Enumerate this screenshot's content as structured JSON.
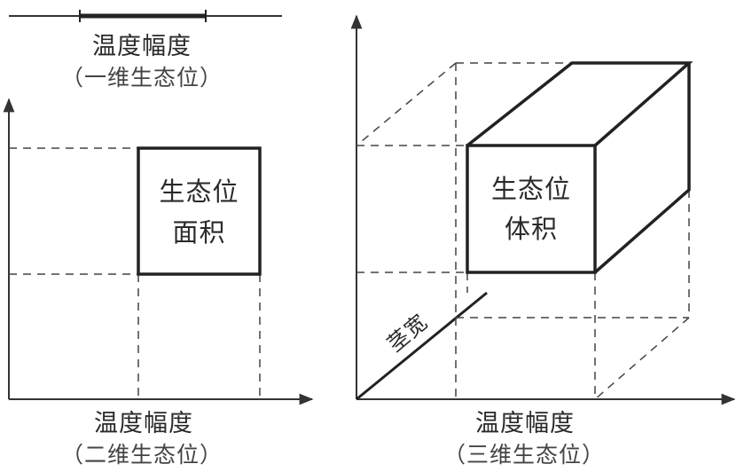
{
  "one_dim": {
    "label": "温度幅度",
    "sublabel": "（一维生态位）"
  },
  "two_dim": {
    "box_line1": "生态位",
    "box_line2": "面积",
    "x_label": "温度幅度",
    "x_sublabel": "（二维生态位）"
  },
  "three_dim": {
    "box_line1": "生态位",
    "box_line2": "体积",
    "depth_label": "茎宽",
    "x_label": "温度幅度",
    "x_sublabel": "（三维生态位）"
  },
  "colors": {
    "line": "#333333",
    "dash": "#444444"
  }
}
